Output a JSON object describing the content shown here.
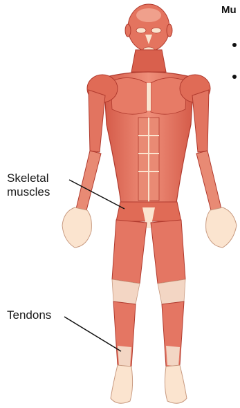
{
  "figure": {
    "title": "Mu",
    "labels": {
      "skeletal_line1": "Skeletal",
      "skeletal_line2": "muscles",
      "tendons": "Tendons"
    }
  },
  "colors": {
    "muscle": "#e2705e",
    "muscle_dark": "#c5483a",
    "muscle_light": "#f09a86",
    "skin": "#fbe4cf",
    "tendon": "#f3d6c4",
    "outline": "#b03a2e"
  }
}
